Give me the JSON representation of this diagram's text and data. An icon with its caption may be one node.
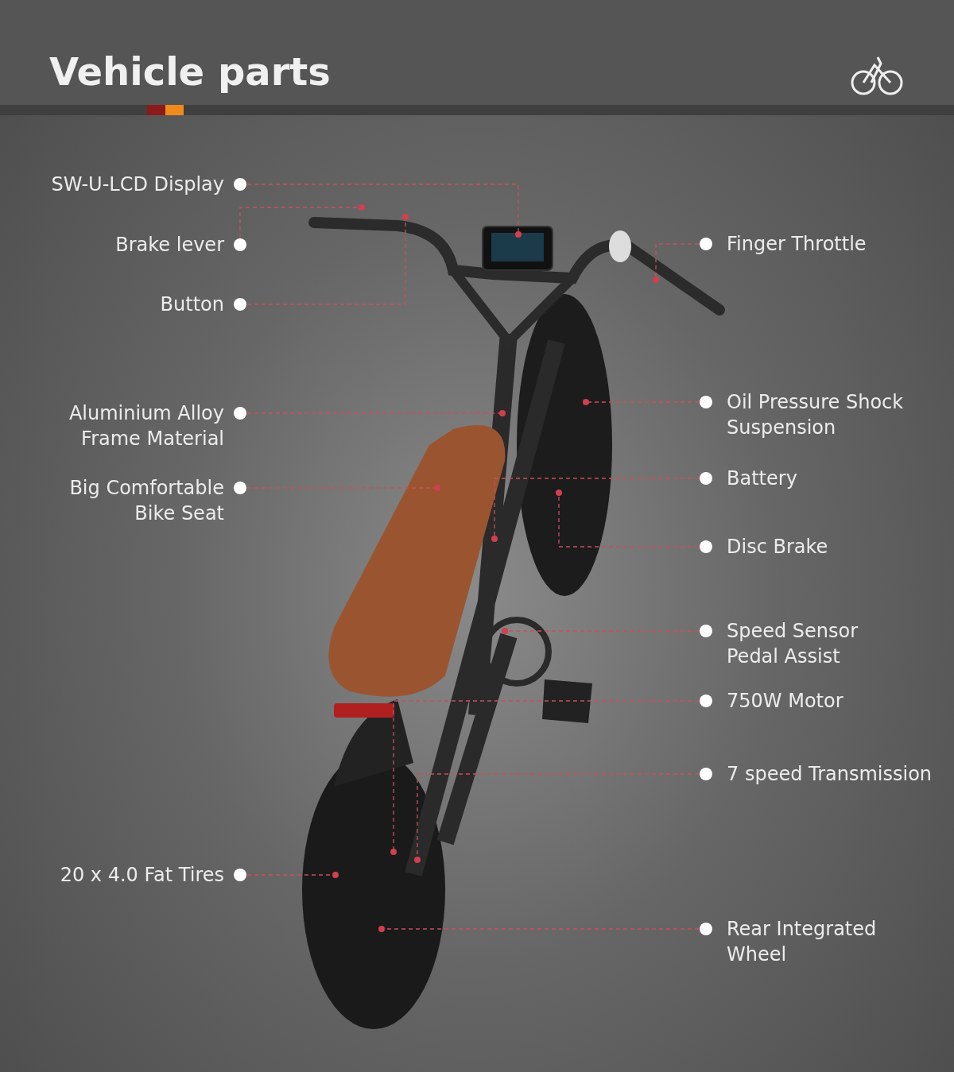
{
  "diagram": {
    "title": "Vehicle parts",
    "nodes": [
      {
        "text": [
          "SW-U-LCD Display"
        ]
      },
      {
        "text": [
          "Brake lever"
        ]
      },
      {
        "text": [
          "Button"
        ]
      },
      {
        "text": [
          "Aluminium Alloy Frame Material"
        ]
      },
      {
        "text": [
          "Big Comfortable Bike Seat"
        ]
      },
      {
        "text": [
          "20 x 4.0 Fat Tires"
        ]
      },
      {
        "text": [
          "Finger Throttle"
        ]
      },
      {
        "text": [
          "Oil Pressure Shock Suspension"
        ]
      },
      {
        "text": [
          "Battery"
        ]
      },
      {
        "text": [
          "Disc Brake"
        ]
      },
      {
        "text": [
          "Speed Sensor Pedal Assist"
        ]
      },
      {
        "text": [
          "750W Motor"
        ]
      },
      {
        "text": [
          "7 speed Transmission"
        ]
      },
      {
        "text": [
          "Rear Integrated Wheel"
        ]
      }
    ],
    "edges": [
      {
        "from": 0,
        "to": null,
        "arrow": "other",
        "style": "dashed"
      },
      {
        "from": 1,
        "to": null,
        "arrow": "other",
        "style": "dashed"
      },
      {
        "from": 2,
        "to": null,
        "arrow": "other",
        "style": "dashed"
      },
      {
        "from": 3,
        "to": null,
        "arrow": "other",
        "style": "dashed"
      },
      {
        "from": 4,
        "to": null,
        "arrow": "other",
        "style": "dashed"
      },
      {
        "from": 5,
        "to": null,
        "arrow": "other",
        "style": "dashed"
      },
      {
        "from": 6,
        "to": null,
        "arrow": "other",
        "style": "dashed"
      },
      {
        "from": 7,
        "to": null,
        "arrow": "other",
        "style": "dashed"
      },
      {
        "from": 8,
        "to": null,
        "arrow": "other",
        "style": "dashed"
      },
      {
        "from": 9,
        "to": null,
        "arrow": "other",
        "style": "dashed"
      },
      {
        "from": 10,
        "to": null,
        "arrow": "other",
        "style": "dashed"
      },
      {
        "from": 11,
        "to": null,
        "arrow": "other",
        "style": "dashed"
      },
      {
        "from": 12,
        "to": null,
        "arrow": "other",
        "style": "dashed"
      },
      {
        "from": 13,
        "to": null,
        "arrow": "other",
        "style": "dashed"
      }
    ]
  }
}
